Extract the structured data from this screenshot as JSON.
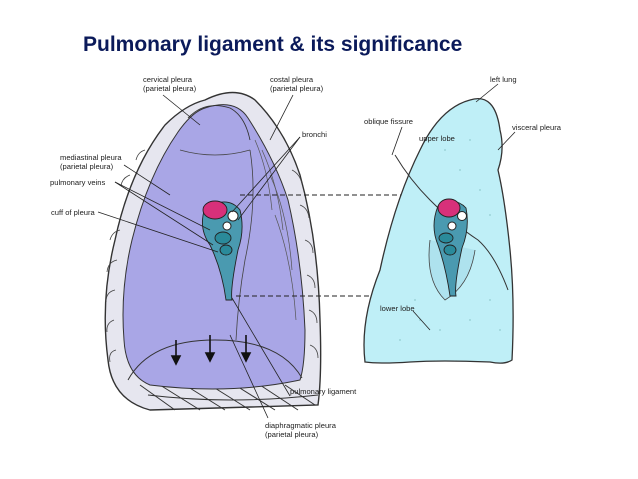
{
  "title": "Pulmonary ligament & its significance",
  "labels": {
    "cervical_pleura": [
      "cervical pleura",
      "(parietal pleura)"
    ],
    "costal_pleura": [
      "costal pleura",
      "(parietal pleura)"
    ],
    "bronchi": "bronchi",
    "mediastinal_pleura": [
      "mediastinal pleura",
      "(parietal pleura)"
    ],
    "pulmonary_veins": "pulmonary veins",
    "cuff_of_pleura": "cuff of pleura",
    "pulmonary_ligament": "pulmonary ligament",
    "diaphragmatic_pleura": [
      "diaphragmatic pleura",
      "(parietal pleura)"
    ],
    "oblique_fissure": "oblique fissure",
    "left_lung": "left lung",
    "upper_lobe": "upper lobe",
    "visceral_pleura": "visceral pleura",
    "lower_lobe": "lower lobe"
  },
  "colors": {
    "title": "#0b1a5a",
    "pleural_cavity": "#a9a6e6",
    "lung": "#bfeff7",
    "artery": "#d8307a",
    "vein": "#2a8a9a"
  }
}
